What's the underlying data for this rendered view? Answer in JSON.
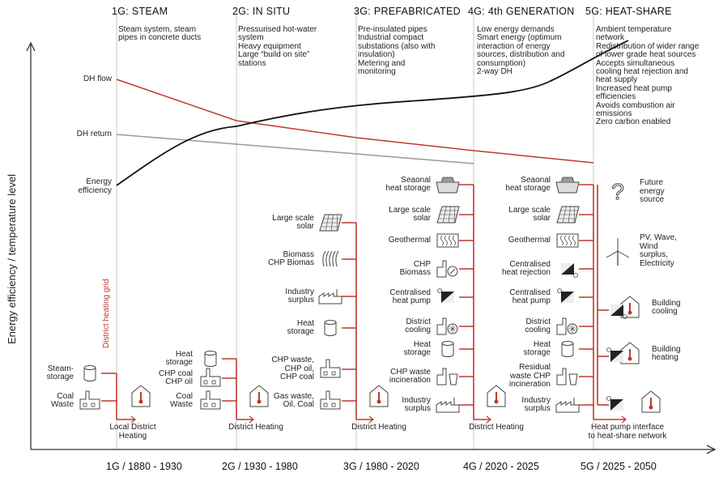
{
  "generations": [
    {
      "title": "1G: STEAM",
      "period": "1G / 1880 - 1930",
      "description": [
        "Steam system, steam",
        "pipes in concrete ducts"
      ],
      "network_label": [
        "Local District",
        "Heating"
      ],
      "sources": [
        {
          "label": [
            "Steam-",
            "storage"
          ],
          "icon": "cylinder-tank-icon"
        },
        {
          "label": [
            "Coal",
            "Waste"
          ],
          "icon": "factory-icon"
        }
      ]
    },
    {
      "title": "2G: IN SITU",
      "period": "2G / 1930 - 1980",
      "description": [
        "Pressurised hot-water",
        "system",
        "Heavy equipment",
        "Large “build on site”",
        "stations"
      ],
      "network_label": [
        "District Heating"
      ],
      "sources": [
        {
          "label": [
            "Heat",
            "storage"
          ],
          "icon": "cylinder-tank-icon"
        },
        {
          "label": [
            "CHP coal",
            "CHP oil"
          ],
          "icon": "factory-icon"
        },
        {
          "label": [
            "Coal",
            "Waste"
          ],
          "icon": "factory-icon"
        }
      ]
    },
    {
      "title": "3G: PREFABRICATED",
      "period": "3G / 1980 - 2020",
      "description": [
        "Pre-insulated pipes",
        "Industrial compact",
        "substations (also with",
        "insulation)",
        "Metering and",
        "monitoring"
      ],
      "network_label": [
        "District Heating"
      ],
      "sources": [
        {
          "label": [
            "Large scale",
            "solar"
          ],
          "icon": "solar-panel-icon"
        },
        {
          "label": [
            "Biomass",
            "CHP Biomas"
          ],
          "icon": "grass-icon"
        },
        {
          "label": [
            "Industry",
            "surplus"
          ],
          "icon": "industry-icon"
        },
        {
          "label": [
            "Heat",
            "storage"
          ],
          "icon": "cylinder-tank-icon"
        },
        {
          "label": [
            "CHP waste,",
            "CHP oil,",
            "CHP coal"
          ],
          "icon": "factory-icon"
        },
        {
          "label": [
            "Gas waste,",
            "Oil, Coal"
          ],
          "icon": "factory-icon"
        }
      ]
    },
    {
      "title": "4G: 4th GENERATION",
      "period": "4G / 2020 - 2025",
      "description": [
        "Low energy demands",
        "Smart energy (optimum",
        "interaction of energy",
        "sources, distribution and",
        "consumption)",
        "2-way DH"
      ],
      "network_label": [
        "District Heating"
      ],
      "sources": [
        {
          "label": [
            "Seaonal",
            "heat storage"
          ],
          "icon": "seasonal-storage-icon"
        },
        {
          "label": [
            "Large scale",
            "solar"
          ],
          "icon": "solar-panel-icon"
        },
        {
          "label": [
            "Geothermal"
          ],
          "icon": "geothermal-icon"
        },
        {
          "label": [
            "CHP",
            "Biomass"
          ],
          "icon": "chp-biomass-icon"
        },
        {
          "label": [
            "Centralised",
            "heat pump"
          ],
          "icon": "heat-pump-icon"
        },
        {
          "label": [
            "District",
            "cooling"
          ],
          "icon": "district-cooling-icon"
        },
        {
          "label": [
            "Heat",
            "storage"
          ],
          "icon": "cylinder-tank-icon"
        },
        {
          "label": [
            "CHP waste",
            "incineration"
          ],
          "icon": "incineration-icon"
        },
        {
          "label": [
            "Industry",
            "surplus"
          ],
          "icon": "industry-icon"
        }
      ]
    },
    {
      "title": "5G: HEAT-SHARE",
      "period": "5G / 2025 - 2050",
      "description": [
        "Ambient temperature",
        "network",
        "Redistribution of wider range",
        "of lower grade heat sources",
        "Accepts simultaneous",
        "cooling heat rejection and",
        "heat supply",
        "Increased heat pump",
        "efficiencies",
        "Avoids combustion air",
        "emissions",
        "Zero carbon enabled"
      ],
      "network_label": [
        "Heat pump interface",
        "to heat-share network"
      ],
      "sources": [
        {
          "label": [
            "Seaonal",
            "heat storage"
          ],
          "icon": "seasonal-storage-icon"
        },
        {
          "label": [
            "Large scale",
            "solar"
          ],
          "icon": "solar-panel-icon"
        },
        {
          "label": [
            "Geothermal"
          ],
          "icon": "geothermal-icon"
        },
        {
          "label": [
            "Centralised",
            "heat rejection"
          ],
          "icon": "heat-rejection-icon"
        },
        {
          "label": [
            "Centralised",
            "heat pump"
          ],
          "icon": "heat-pump-icon"
        },
        {
          "label": [
            "District",
            "cooling"
          ],
          "icon": "district-cooling-icon"
        },
        {
          "label": [
            "Heat",
            "storage"
          ],
          "icon": "cylinder-tank-icon"
        },
        {
          "label": [
            "Residual",
            "waste CHP",
            "incineration"
          ],
          "icon": "incineration-icon"
        },
        {
          "label": [
            "Industry",
            "surplus"
          ],
          "icon": "industry-icon"
        }
      ],
      "future": [
        {
          "label": [
            "Future",
            "energy",
            "source"
          ],
          "icon": "question-mark-icon"
        },
        {
          "label": [
            "PV, Wave,",
            "Wind",
            "surplus,",
            "Electricity"
          ],
          "icon": "wind-turbine-icon"
        },
        {
          "label": [
            "Building",
            "cooling"
          ],
          "icon": "building-thermometer-icon"
        },
        {
          "label": [
            "Building",
            "heating"
          ],
          "icon": "building-thermometer-icon"
        }
      ]
    }
  ],
  "axes": {
    "y_label": "Energy efficiency / temperature level",
    "grid_label": "District heating grid"
  },
  "curves": {
    "dh_flow": {
      "label": "DH flow",
      "color": "#c0392b"
    },
    "dh_return": {
      "label": "DH return",
      "color": "#999999"
    },
    "energy_efficiency": {
      "label": [
        "Energy",
        "efficiency"
      ],
      "color": "#111111"
    }
  },
  "colors": {
    "grid": "#c0392b",
    "axis": "#333333",
    "divider": "#bbbbbb",
    "icon": "#444444"
  }
}
